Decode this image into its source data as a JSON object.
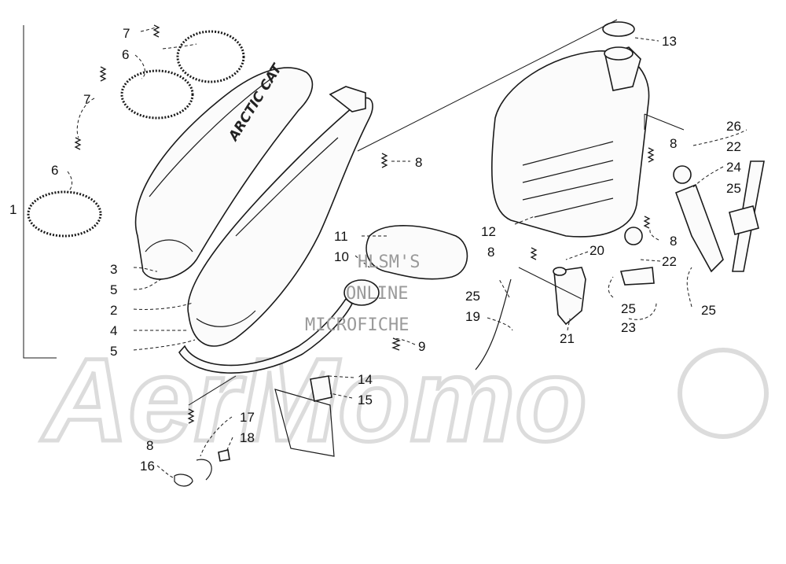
{
  "diagram": {
    "brand_text": "ARCTIC CAT",
    "watermark": {
      "lines": [
        "HLSM'S",
        "ONLINE",
        "MICROFICHE"
      ],
      "logo_text": "AerMomo"
    },
    "callouts": [
      "1",
      "2",
      "3",
      "4",
      "5",
      "5",
      "6",
      "6",
      "7",
      "7",
      "8",
      "8",
      "8",
      "8",
      "8",
      "9",
      "10",
      "11",
      "12",
      "13",
      "14",
      "15",
      "16",
      "17",
      "18",
      "19",
      "20",
      "21",
      "22",
      "22",
      "23",
      "24",
      "25",
      "25",
      "25",
      "25",
      "26"
    ]
  },
  "colors": {
    "line": "#1a1a1a",
    "watermark": "#dcdcdc",
    "background": "#ffffff"
  }
}
